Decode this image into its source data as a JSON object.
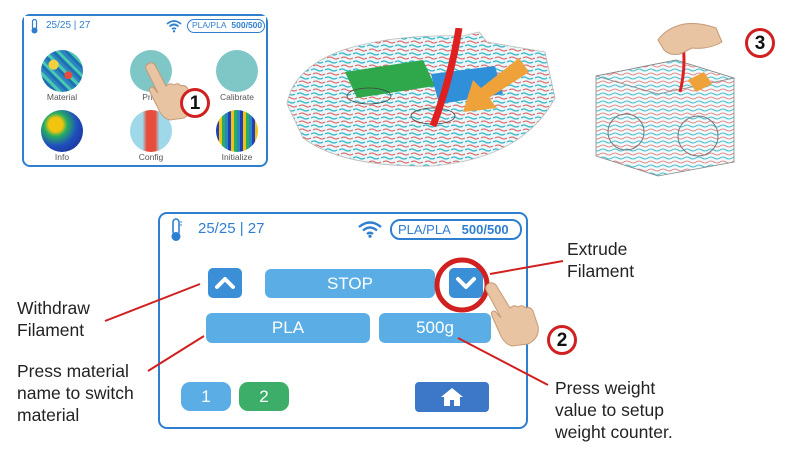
{
  "small_screen": {
    "temp": "25/25  | 27",
    "material_status": "PLA/PLA",
    "weight_status": "500/500",
    "menu": [
      {
        "label": "Material"
      },
      {
        "label": "Print"
      },
      {
        "label": "Calibrate"
      },
      {
        "label": "Info"
      },
      {
        "label": "Config"
      },
      {
        "label": "Initialize"
      }
    ]
  },
  "big_screen": {
    "temp": "25/25  | 27",
    "material_status": "PLA/PLA",
    "weight_status": "500/500",
    "stop_label": "STOP",
    "material_label": "PLA",
    "weight_label": "500g",
    "extruder_1": "1",
    "extruder_2": "2"
  },
  "callouts": {
    "extrude": "Extrude\nFilament",
    "withdraw": "Withdraw\nFilament",
    "press_material": "Press material\nname to switch\nmaterial",
    "press_weight": "Press weight\nvalue to setup\nweight counter."
  },
  "steps": [
    "1",
    "2",
    "3"
  ],
  "colors": {
    "screen_border": "#2f7fd1",
    "button": "#5aaee5",
    "extruder_2_active": "#3cae6a",
    "home": "#3d77c8",
    "callout_line": "#d02020"
  }
}
